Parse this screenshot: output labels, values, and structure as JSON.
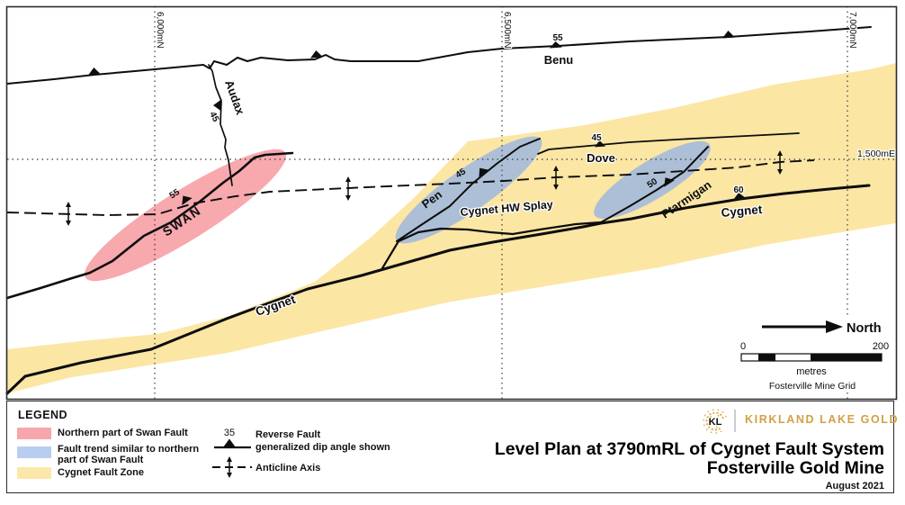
{
  "colors": {
    "swan_zone_pink": "#F7A6AC",
    "similar_trend_blue_map": "#ACBFD6",
    "similar_trend_blue_legend": "#B9CDF0",
    "cygnet_zone_yellow": "#FBE6A4",
    "brand_gold": "#D2A144",
    "brand_navy": "#1F3B73"
  },
  "map": {
    "grid": {
      "northings": [
        "6,000mN",
        "6,500mN",
        "7,000mN"
      ],
      "easting": "1,500mE"
    },
    "faults": {
      "benu": {
        "name": "Benu",
        "dip": "55"
      },
      "audax": {
        "name": "Audax",
        "dip": "45"
      },
      "swan": {
        "name": "SWAN",
        "dip": "55"
      },
      "pen": {
        "name": "Pen",
        "dip": "45"
      },
      "dove": {
        "name": "Dove",
        "dip": "45"
      },
      "ptarmigan": {
        "name": "Ptarmigan",
        "dip": "50"
      },
      "cygnet": {
        "name": "Cygnet",
        "dip": "60"
      },
      "cygnet_hw_splay": {
        "name": "Cygnet HW Splay"
      }
    },
    "north_arrow_label": "North",
    "scale_bar": {
      "min": "0",
      "max": "200",
      "units": "metres",
      "grid_name": "Fosterville Mine Grid"
    }
  },
  "legend": {
    "heading": "LEGEND",
    "items": [
      {
        "label": "Northern part of Swan Fault"
      },
      {
        "label_line1": "Fault trend similar to northern",
        "label_line2": "part of Swan Fault"
      },
      {
        "label": "Cygnet Fault Zone"
      }
    ],
    "symbols": {
      "dip_example": "35",
      "reverse_fault_line1": "Reverse Fault",
      "reverse_fault_line2": "generalized dip angle shown",
      "anticline": "Anticline Axis"
    }
  },
  "footer": {
    "logo_text": "KL",
    "brand": "KIRKLAND LAKE GOLD",
    "title_line1": "Level Plan at 3790mRL of Cygnet Fault System",
    "title_line2": "Fosterville Gold Mine",
    "date": "August 2021"
  }
}
